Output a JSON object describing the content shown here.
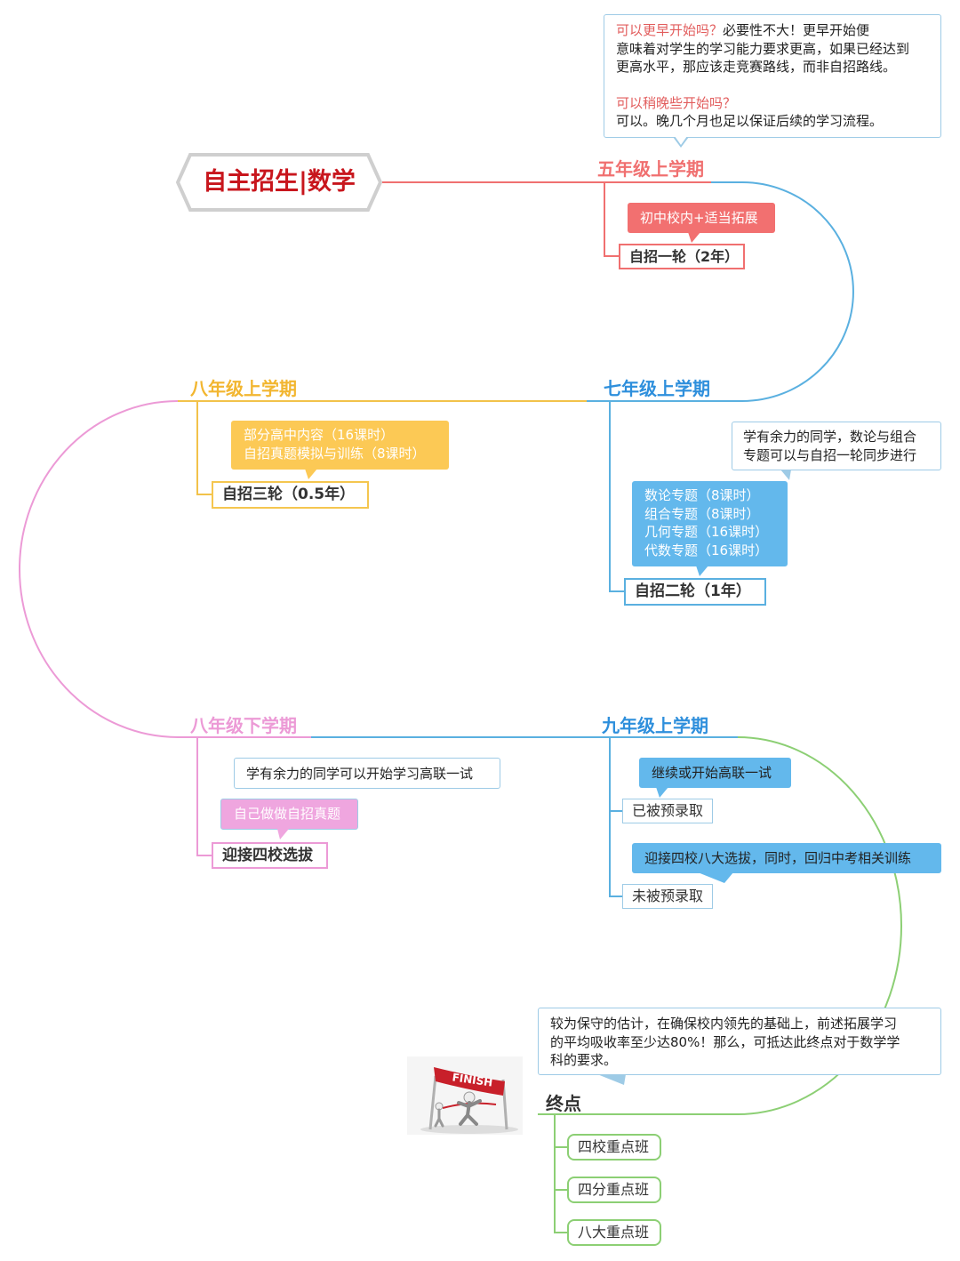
{
  "title": "自主招生|数学",
  "stages": {
    "g5_fall": "五年级上学期",
    "g7_fall": "七年级上学期",
    "g8_fall": "八年级上学期",
    "g8_spring": "八年级下学期",
    "g9_fall": "九年级上学期",
    "finish": "终点"
  },
  "top_note": {
    "q1": "可以更早开始吗？",
    "a1_line1": "必要性不大！更早开始便",
    "a1_line2": "意味着对学生的学习能力要求更高，如果已经达到",
    "a1_line3": "更高水平，那应该走竞赛路线，而非自招路线。",
    "q2": "可以稍晚些开始吗？",
    "a2": "可以。晚几个月也足以保证后续的学习流程。"
  },
  "round1": {
    "bubble": "初中校内+适当拓展",
    "node": "自招一轮（2年）"
  },
  "round2": {
    "note_line1": "学有余力的同学，数论与组合",
    "note_line2": "专题可以与自招一轮同步进行",
    "bubble_lines": [
      "数论专题（8课时）",
      "组合专题（8课时）",
      "几何专题（16课时）",
      "代数专题（16课时）"
    ],
    "node": "自招二轮（1年）"
  },
  "round3": {
    "bubble_line1": "部分高中内容（16课时）",
    "bubble_line2": "自招真题模拟与训练（8课时）",
    "node": "自招三轮（0.5年）"
  },
  "g8s": {
    "note": "学有余力的同学可以开始学习高联一试",
    "bubble": "自己做做自招真题",
    "node": "迎接四校选拔"
  },
  "g9": {
    "bubble1": "继续或开始高联一试",
    "node1": "已被预录取",
    "bubble2": "迎接四校八大选拔，同时，回归中考相关训练",
    "node2": "未被预录取"
  },
  "final_note": {
    "line1": "较为保守的估计，在确保校内领先的基础上，前述拓展学习",
    "line2": "的平均吸收率至少达80%！那么，可抵达此终点对于数学学",
    "line3": "科的要求。"
  },
  "finish_sign": "FINISH",
  "finish_nodes": [
    "四校重点班",
    "四分重点班",
    "八大重点班"
  ],
  "colors": {
    "title_red": "#c8161d",
    "g5": "#f07070",
    "g7": "#5ab0e0",
    "g8_fall": "#f2b630",
    "g8_spring": "#ec9ad6",
    "g9": "#2e8fdc",
    "finish_green": "#8ccf74"
  }
}
